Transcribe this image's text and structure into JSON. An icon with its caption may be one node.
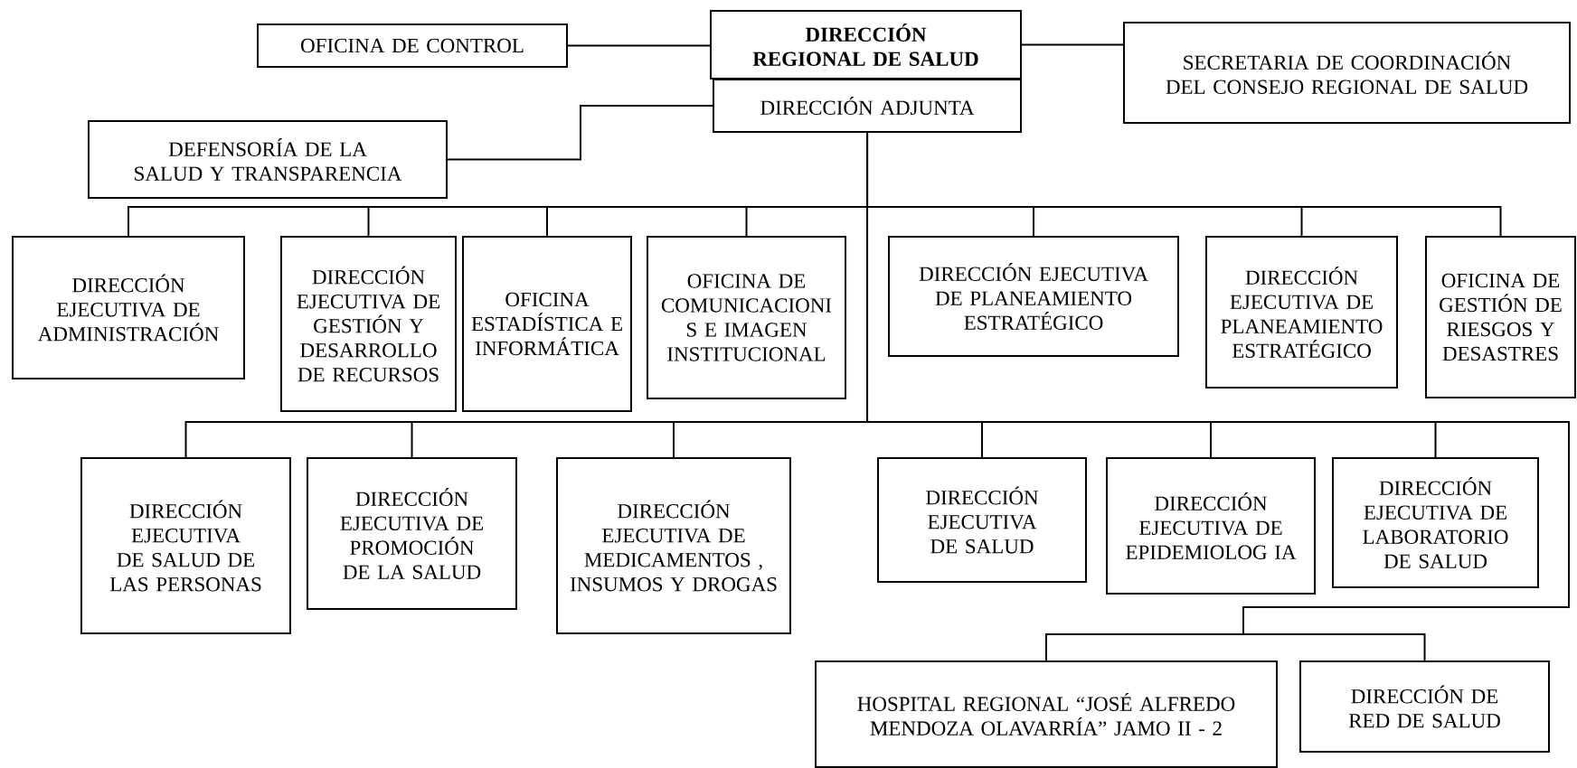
{
  "diagram": {
    "nodes": [
      {
        "text": [
          "DIRECCIÓN REGIONAL DE SALUD"
        ]
      },
      {
        "text": [
          "DIRECCIÓN ADJUNTA"
        ]
      },
      {
        "text": [
          "OFICINA DE CONTROL"
        ]
      },
      {
        "text": [
          "SECRETARIA DE COORDINACIÓN DEL CONSEJO REGIONAL DE SALUD"
        ]
      },
      {
        "text": [
          "DEFENSORÍA DE LA SALUD Y TRANSPARENCIA"
        ]
      },
      {
        "text": [
          "DIRECCIÓN EJECUTIVA DE ADMINISTRACIÓN"
        ]
      },
      {
        "text": [
          "DIRECCIÓN EJECUTIVA DE GESTIÓN Y DESARROLLO DE RECURSOS"
        ]
      },
      {
        "text": [
          "OFICINA ESTADÍSTICA E INFORMÁTICA"
        ]
      },
      {
        "text": [
          "OFICINA DE COMUNICACIONI S E IMAGEN INSTITUCIONAL"
        ]
      },
      {
        "text": [
          "DIRECCIÓN EJECUTIVA DE PLANEAMIENTO ESTRATÉGICO"
        ]
      },
      {
        "text": [
          "DIRECCIÓN EJECUTIVA DE PLANEAMIENTO ESTRATÉGICO"
        ]
      },
      {
        "text": [
          "OFICINA DE GESTIÓN DE RIESGOS Y DESASTRES"
        ]
      },
      {
        "text": [
          "DIRECCIÓN EJECUTIVA DE SALUD DE LAS PERSONAS"
        ]
      },
      {
        "text": [
          "DIRECCIÓN EJECUTIVA DE PROMOCIÓN DE LA SALUD"
        ]
      },
      {
        "text": [
          "DIRECCIÓN EJECUTIVA DE MEDICAMENTOS , INSUMOS Y DROGAS"
        ]
      },
      {
        "text": [
          "DIRECCIÓN EJECUTIVA DE SALUD"
        ]
      },
      {
        "text": [
          "DIRECCIÓN EJECUTIVA DE EPIDEMIOLOG IA"
        ]
      },
      {
        "text": [
          "DIRECCIÓN EJECUTIVA DE LABORATORIO DE SALUD"
        ]
      },
      {
        "text": [
          "HOSPITAL REGIONAL “JOSÉ ALFREDO MENDOZA OLAVARRÍA” JAMO II - 2"
        ]
      },
      {
        "text": [
          "DIRECCIÓN DE RED DE SALUD"
        ]
      }
    ],
    "edges": [
      {
        "from": 2,
        "to": 0,
        "arrow": "none"
      },
      {
        "from": 0,
        "to": 3,
        "arrow": "none"
      },
      {
        "from": 1,
        "to": 4,
        "arrow": "none"
      },
      {
        "from": 1,
        "to": 5,
        "arrow": "none"
      },
      {
        "from": 1,
        "to": 6,
        "arrow": "none"
      },
      {
        "from": 1,
        "to": 7,
        "arrow": "none"
      },
      {
        "from": 1,
        "to": 8,
        "arrow": "none"
      },
      {
        "from": 1,
        "to": 9,
        "arrow": "none"
      },
      {
        "from": 1,
        "to": 10,
        "arrow": "none"
      },
      {
        "from": 1,
        "to": 11,
        "arrow": "none"
      },
      {
        "from": 1,
        "to": 12,
        "arrow": "none"
      },
      {
        "from": 1,
        "to": 13,
        "arrow": "none"
      },
      {
        "from": 1,
        "to": 14,
        "arrow": "none"
      },
      {
        "from": 1,
        "to": 15,
        "arrow": "none"
      },
      {
        "from": 1,
        "to": 16,
        "arrow": "none"
      },
      {
        "from": 1,
        "to": 17,
        "arrow": "none"
      },
      {
        "from": 1,
        "to": 18,
        "arrow": "none"
      },
      {
        "from": 1,
        "to": 19,
        "arrow": "none"
      }
    ]
  }
}
